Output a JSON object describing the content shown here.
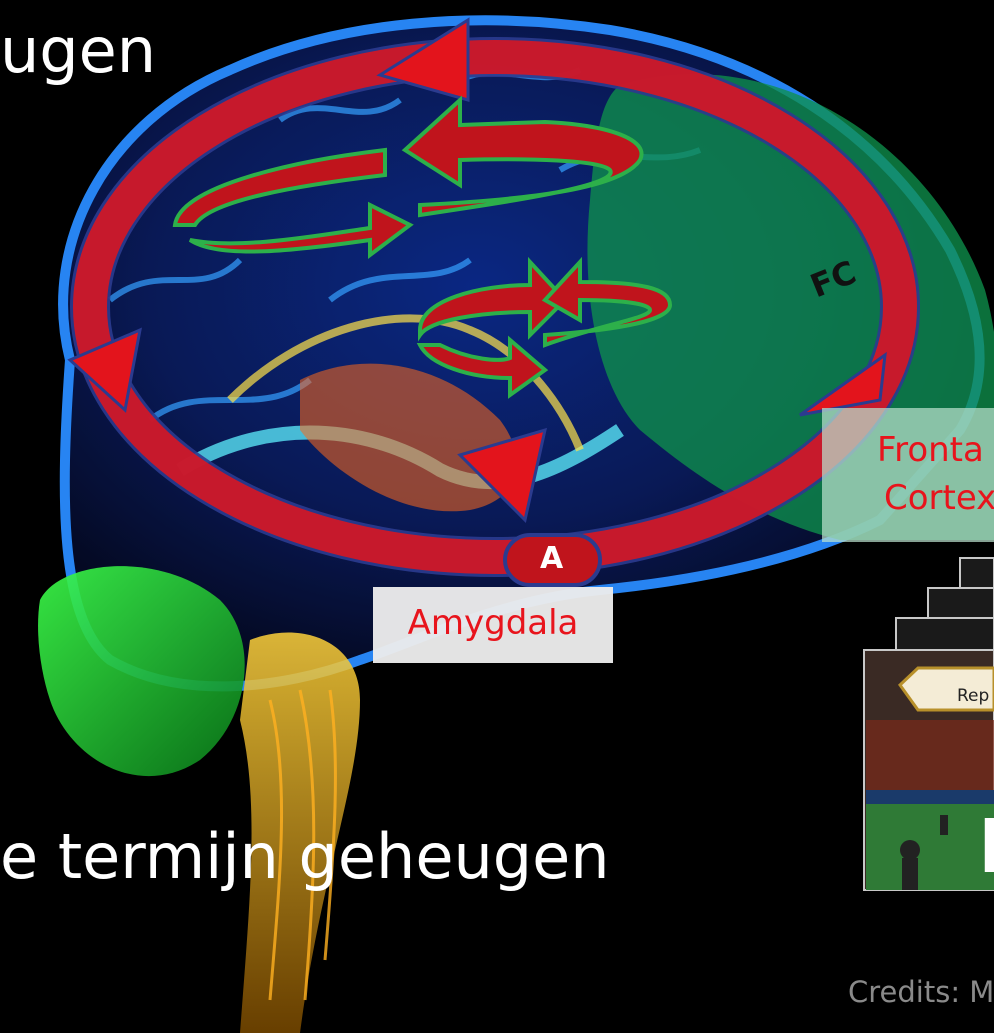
{
  "slide": {
    "heading_top": "ugen",
    "heading_bottom": "e termijn geheugen",
    "credits": "Credits: M"
  },
  "labels": {
    "fc": "FC",
    "a": "A",
    "amygdala": "Amygdala",
    "frontal_line1": "Fronta",
    "frontal_line2": "Cortex"
  },
  "game": {
    "button_text": "Rep",
    "big_letter": "H"
  },
  "colors": {
    "background": "#000000",
    "loop_red": "#e3141c",
    "arrow_outline": "#2db04a",
    "frontal_region": "#0e8f4c",
    "label_text_red": "#e8141c",
    "brain_blue": "#1f7cff"
  },
  "icons": {
    "outer_loop": "large-circular-red-loop-arrow",
    "inner_loops": "green-outlined-red-cycle-arrows"
  }
}
